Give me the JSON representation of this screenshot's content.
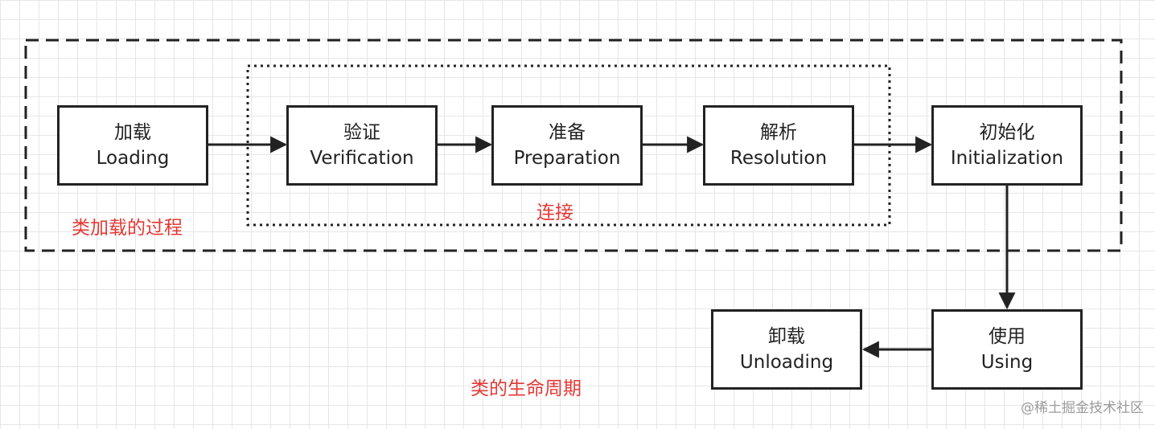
{
  "nodes": {
    "loading": {
      "zh": "加载",
      "en": "Loading"
    },
    "verification": {
      "zh": "验证",
      "en": "Verification"
    },
    "preparation": {
      "zh": "准备",
      "en": "Preparation"
    },
    "resolution": {
      "zh": "解析",
      "en": "Resolution"
    },
    "initialization": {
      "zh": "初始化",
      "en": "Initialization"
    },
    "using": {
      "zh": "使用",
      "en": "Using"
    },
    "unloading": {
      "zh": "卸载",
      "en": "Unloading"
    }
  },
  "groups": {
    "class_loading_process": "类加载的过程",
    "linking": "连接"
  },
  "caption": "类的生命周期",
  "watermark": "@稀土掘金技术社区",
  "colors": {
    "stroke": "#222222",
    "label_red": "#e53935",
    "grid": "#e6e6e6",
    "watermark": "#9b9b9b"
  }
}
